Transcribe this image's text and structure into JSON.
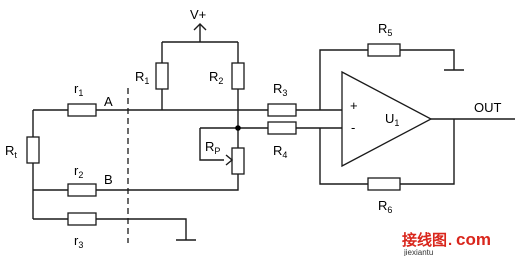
{
  "labels": {
    "supply": "V+",
    "r1_letter": "r",
    "r1_sub": "1",
    "r2_letter": "r",
    "r2_sub": "2",
    "r3_letter": "r",
    "r3_sub": "3",
    "rt_letter": "R",
    "rt_sub": "t",
    "R1_letter": "R",
    "R1_sub": "1",
    "R2_letter": "R",
    "R2_sub": "2",
    "R3_letter": "R",
    "R3_sub": "3",
    "R4_letter": "R",
    "R4_sub": "4",
    "R5_letter": "R",
    "R5_sub": "5",
    "R6_letter": "R",
    "R6_sub": "6",
    "RP_letter": "R",
    "RP_sub": "P",
    "U1_letter": "U",
    "U1_sub": "1",
    "node_a": "A",
    "node_b": "B",
    "plus": "+",
    "minus": "-",
    "output": "OUT"
  },
  "watermark": {
    "site_cn": "接线图",
    "site_dot": ".",
    "site_com": "com",
    "site_url": "jiexiantu"
  },
  "colors": {
    "line": "#1a1a1a",
    "watermark_red": "#d9261c",
    "watermark_dark": "#333333"
  }
}
